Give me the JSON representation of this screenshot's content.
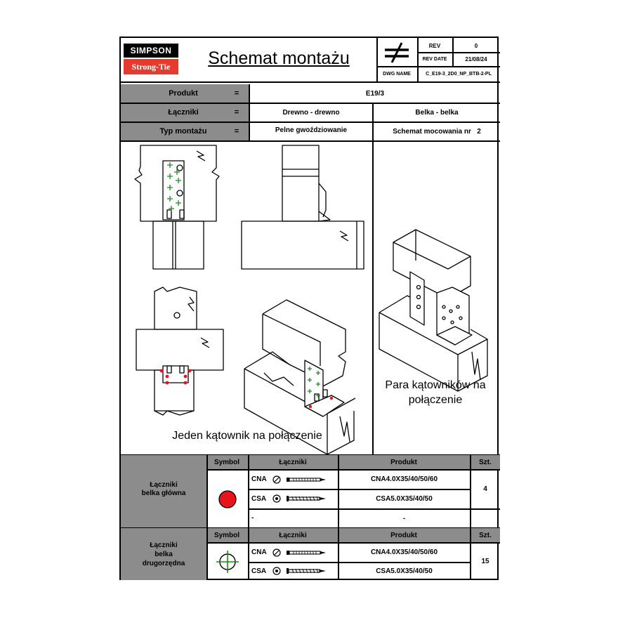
{
  "logo": {
    "top": "SIMPSON",
    "bottom": "Strong-Tie"
  },
  "title": "Schemat montażu",
  "header": {
    "rev_label": "REV",
    "rev_value": "0",
    "rev_date_label": "REV DATE",
    "rev_date_value": "21/08/24",
    "dwg_label": "DWG NAME",
    "dwg_value": "C_E19-3_2D0_NP_BTB-2-PL"
  },
  "info": {
    "eq": "=",
    "produkt_label": "Produkt",
    "produkt_value": "E19/3",
    "laczniki_label": "Łączniki",
    "laczniki_value1": "Drewno - drewno",
    "laczniki_value2": "Belka - belka",
    "typ_label": "Typ montażu",
    "typ_value": "Pelne gwoździowanie",
    "schemat_label": "Schemat mocowania nr",
    "schemat_nr": "2"
  },
  "captions": {
    "left": "Jeden kątownik na połączenie",
    "right_line1": "Para kątowników na",
    "right_line2": "połączenie"
  },
  "table1": {
    "group_label_1": "Łączniki",
    "group_label_2": "belka główna",
    "headers": {
      "symbol": "Symbol",
      "laczniki": "Łączniki",
      "produkt": "Produkt",
      "szt": "Szt."
    },
    "rows": [
      {
        "code": "CNA",
        "produkt": "CNA4.0X35/40/50/60"
      },
      {
        "code": "CSA",
        "produkt": "CSA5.0X35/40/50"
      },
      {
        "code": "-",
        "produkt": "-"
      }
    ],
    "szt": "4",
    "symbol_color": "#e8141b"
  },
  "table2": {
    "group_label_1": "Łączniki",
    "group_label_2": "belka",
    "group_label_3": "drugorzędna",
    "headers": {
      "symbol": "Symbol",
      "laczniki": "Łączniki",
      "produkt": "Produkt",
      "szt": "Szt."
    },
    "rows": [
      {
        "code": "CNA",
        "produkt": "CNA4.0X35/40/50/60"
      },
      {
        "code": "CSA",
        "produkt": "CSA5.0X35/40/50"
      }
    ],
    "szt": "15",
    "symbol_color": "#1d8a1d"
  }
}
